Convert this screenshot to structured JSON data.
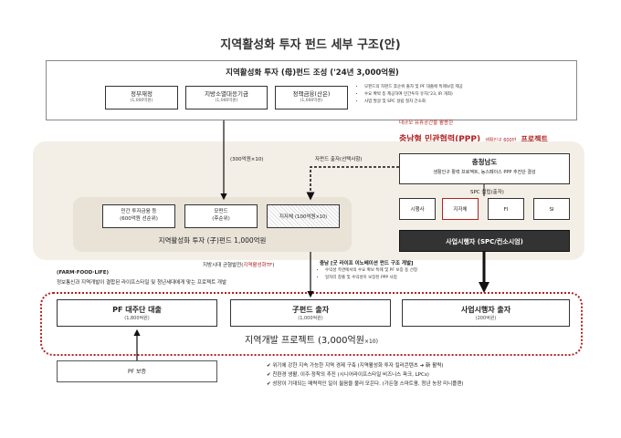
{
  "title": "지역활성화 투자 펀드 세부 구조(안)",
  "mother": {
    "title": "지역활성화 투자 (母)펀드 조성 ('24년 3,000억원)",
    "boxes": [
      {
        "label": "정부재정",
        "amount": "(1,000억원)"
      },
      {
        "label": "지방소멸대응기금",
        "amount": "(1,000억원)"
      },
      {
        "label": "정책금융(산은)",
        "amount": "(1,000억원)"
      }
    ],
    "notes": [
      "모펀드의 자펀드 후순위 출자 및 PF 대출에 특례보증 제공",
      "수요 확박 등 제공하여 민간투자 유치('23, IR 개최)",
      "사업 발굴 및 SPC 설립 절차 간소화"
    ]
  },
  "flow_label": "(300억원×10)",
  "subfund_label": "자펀드 출자(선택사항)",
  "ppp": {
    "top": "대규모 유휴공간을 활용한",
    "main": "충남형 민관협력(PPP)",
    "sub": "생활인구 600만",
    "tail": "프로젝트"
  },
  "chungnam": {
    "title": "충청남도",
    "desc": "생활인구 활력 프로젝트, 농스페이스 PPP 추진단 결성"
  },
  "spc_label": "SPC 설립(출자)",
  "spc_members": [
    "시행사",
    "지자체",
    "FI",
    "SI"
  ],
  "developer_bar": "사업시행자 (SPC/컨소시엄)",
  "local_fund": {
    "boxes": [
      {
        "label": "민간 투자금융 등",
        "amount": "(600억원 선순위)"
      },
      {
        "label": "모펀드",
        "amount": "(후순위)"
      },
      {
        "label": "지자체 (100억원",
        "amount": "×10)"
      }
    ],
    "title": "지역활성화 투자 (子)펀드 1,000억원"
  },
  "tf": {
    "prefix": "지방시대 균형발전(",
    "red": "지역활성화TF",
    "suffix": ")"
  },
  "chungnam_fund": {
    "title": "충남 [굿 라이프 이노베이션 펀드 구조 개발]",
    "notes": [
      "수익성 측면에서의 수요 확보 특례 및 PF 보증 등 선정",
      "일자리 창출 및 수익성이 보장된 PPP 사업"
    ]
  },
  "farm": {
    "title": "(FARM·FOOD·LIFE)",
    "desc": "정보통신과 지역개발이 결합된 라이프스타일 및 청년세대에게 맞는 프로젝트 개발"
  },
  "projects": [
    {
      "label": "PF 대주단 대출",
      "amount": "(1,800억원)"
    },
    {
      "label": "子펀드 출자",
      "amount": "(1,000억원)"
    },
    {
      "label": "사업시행자 출자",
      "amount": "(200억원)"
    }
  ],
  "region_title": "지역개발 프로젝트 (3,000억원",
  "region_title_suffix": "×10)",
  "pf_guarantee": "PF 보증",
  "bottom_notes": [
    "위기에 강한 지속 가능한 지역 경제 구축 (지역활성화 투자 킬러콘텐츠 ➜ 新 활력)",
    "친환경 생활, 이주·정착의 추진 (시니어라이프스타일 비즈니스 파크, LPCs)",
    "성장이 기대되는 매력적인 일이 젊음을 불러 모은다. (가든형 스마트팜, 청년 농장 미니플랜)"
  ]
}
